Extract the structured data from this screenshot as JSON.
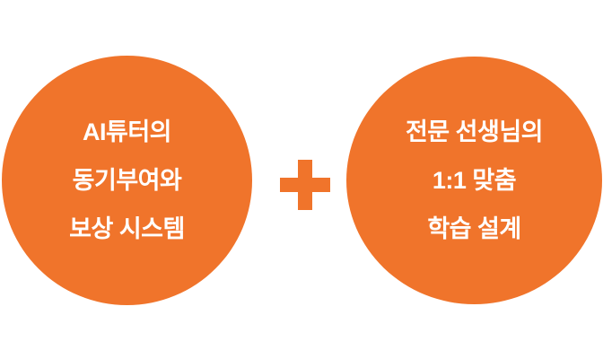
{
  "colors": {
    "circle_orange": "#F0742B",
    "plus_orange": "#F0742B",
    "text_color": "#FFFFFF",
    "bg_color": "#FFFFFF"
  },
  "diagram": {
    "left_circle": {
      "lines": [
        "AI튜터의",
        "동기부여와",
        "보상 시스템"
      ]
    },
    "plus_icon": "plus",
    "right_circle": {
      "lines": [
        "전문 선생님의",
        "1:1 맞춤",
        "학습 설계"
      ]
    }
  }
}
